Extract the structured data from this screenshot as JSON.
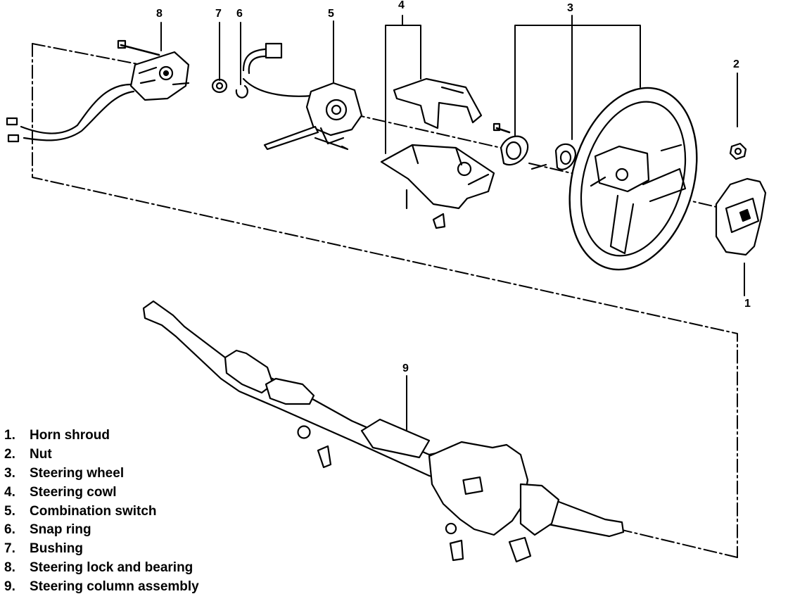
{
  "callouts": [
    {
      "id": "1",
      "label": "1"
    },
    {
      "id": "2",
      "label": "2"
    },
    {
      "id": "3",
      "label": "3"
    },
    {
      "id": "4",
      "label": "4"
    },
    {
      "id": "5",
      "label": "5"
    },
    {
      "id": "6",
      "label": "6"
    },
    {
      "id": "7",
      "label": "7"
    },
    {
      "id": "8",
      "label": "8"
    },
    {
      "id": "9",
      "label": "9"
    }
  ],
  "legend": [
    {
      "num": "1.",
      "text": "Horn shroud"
    },
    {
      "num": "2.",
      "text": "Nut"
    },
    {
      "num": "3.",
      "text": "Steering wheel"
    },
    {
      "num": "4.",
      "text": "Steering cowl"
    },
    {
      "num": "5.",
      "text": "Combination switch"
    },
    {
      "num": "6.",
      "text": "Snap ring"
    },
    {
      "num": "7.",
      "text": "Bushing"
    },
    {
      "num": "8.",
      "text": "Steering lock and bearing"
    },
    {
      "num": "9.",
      "text": "Steering column assembly"
    }
  ]
}
